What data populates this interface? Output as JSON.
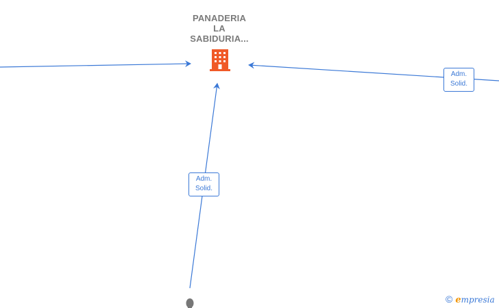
{
  "company": {
    "name_lines": [
      "PANADERIA",
      "LA",
      "SABIDURIA..."
    ],
    "icon": "building-icon",
    "icon_color": "#f05a28"
  },
  "relations": [
    {
      "label_lines": [
        "Adm.",
        "Solid."
      ],
      "from": "right-offscreen"
    },
    {
      "label_lines": [
        "Adm.",
        "Solid."
      ],
      "from": "person-bottom"
    }
  ],
  "colors": {
    "edge": "#3a78d6",
    "person": "#777777"
  },
  "watermark": {
    "symbol": "©",
    "brand_initial": "e",
    "brand_rest": "mpresia"
  }
}
